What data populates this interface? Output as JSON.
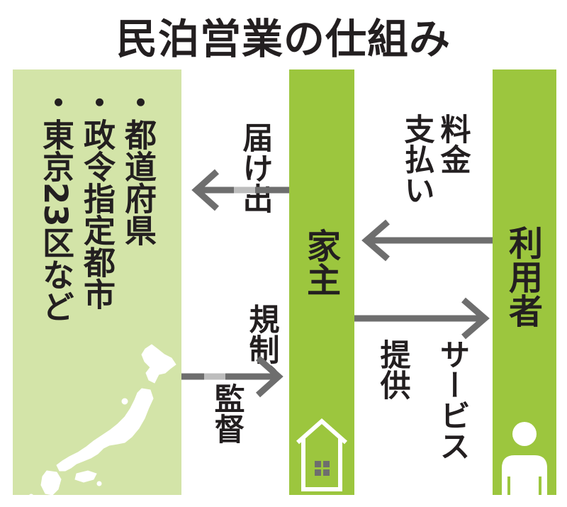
{
  "title": "民泊営業の仕組み",
  "authorities": {
    "items": [
      "・都道府県",
      "・政令指定都市",
      "・東京23区など"
    ]
  },
  "host": {
    "label": "家主"
  },
  "user": {
    "label": "利用者"
  },
  "flows": {
    "notification": "届け出",
    "regulation_line1": "規制、",
    "regulation_line2": "監督",
    "payment_line1": "料金",
    "payment_line2": "支払い",
    "service_line1": "サービス",
    "service_line2": "提供"
  },
  "colors": {
    "panel_light": "#d3e4a8",
    "bar_green": "#9cc63e",
    "arrow_gray": "#6e6e6e",
    "map_white": "#ffffff"
  },
  "icons": [
    "japan-map-icon",
    "house-icon",
    "person-icon"
  ]
}
